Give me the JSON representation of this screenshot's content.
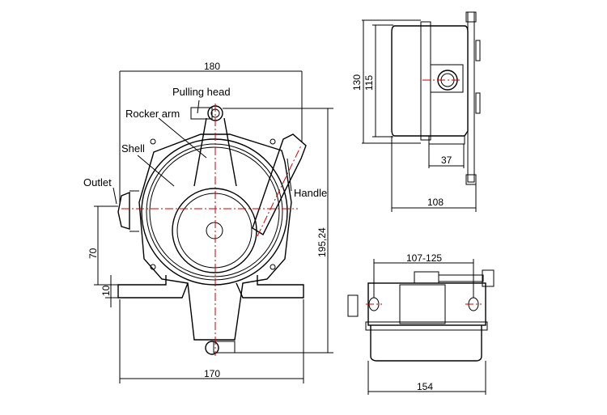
{
  "front_view": {
    "labels": {
      "pulling_head": "Pulling  head",
      "rocker_arm": "Rocker arm",
      "shell": "Shell",
      "outlet": "Outlet",
      "handle": "Handle"
    },
    "dimensions": {
      "top_width": "180",
      "bottom_width": "170",
      "height": "195,24",
      "mount_height": "70",
      "foot_height": "10"
    }
  },
  "side_view": {
    "dimensions": {
      "outer_height": "130",
      "inner_height": "115",
      "bracket_depth": "37",
      "total_depth": "108"
    }
  },
  "bottom_view": {
    "dimensions": {
      "hole_span": "107-125",
      "total_width": "154"
    }
  },
  "colors": {
    "line": "#000000",
    "centerline": "#cc0000"
  }
}
